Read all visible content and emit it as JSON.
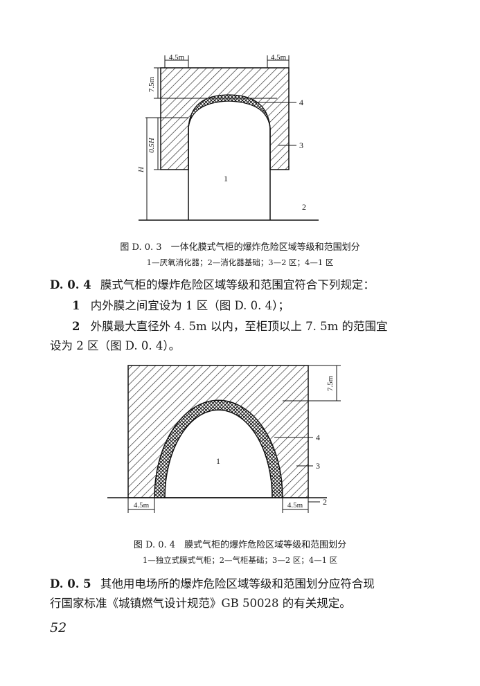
{
  "figure_d03": {
    "dim_left_width": "4.5m",
    "dim_right_width": "4.5m",
    "dim_top_height": "7.5m",
    "dim_half_h": "0.5H",
    "dim_h": "H",
    "label_1": "1",
    "label_2": "2",
    "label_3": "3",
    "label_4": "4",
    "caption": "图 D. 0. 3　一体化膜式气柜的爆炸危险区域等级和范围划分",
    "legend": "1—厌氧消化器；2—消化器基础；3—2 区；4—1 区"
  },
  "section_d04": {
    "number": "D. 0. 4",
    "text": "膜式气柜的爆炸危险区域等级和范围宜符合下列规定：",
    "item1_number": "1",
    "item1_text": "内外膜之间宜设为 1 区（图 D. 0. 4）；",
    "item2_number": "2",
    "item2_text_line1": "外膜最大直径外 4. 5m 以内，至柜顶以上 7. 5m 的范围宜",
    "item2_text_line2": "设为 2 区（图 D. 0. 4）。"
  },
  "figure_d04": {
    "dim_top_height": "7.5m",
    "dim_left_width": "4.5m",
    "dim_right_width": "4.5m",
    "label_1": "1",
    "label_2": "2",
    "label_3": "3",
    "label_4": "4",
    "caption": "图 D. 0. 4　膜式气柜的爆炸危险区域等级和范围划分",
    "legend": "1—独立式膜式气柜；2—气柜基础；3—2 区；4—1 区"
  },
  "section_d05": {
    "number": "D. 0. 5",
    "text_line1": "其他用电场所的爆炸危险区域等级和范围划分应符合现",
    "text_line2": "行国家标准《城镇燃气设计规范》GB 50028 的有关规定。"
  },
  "page_number": "52"
}
